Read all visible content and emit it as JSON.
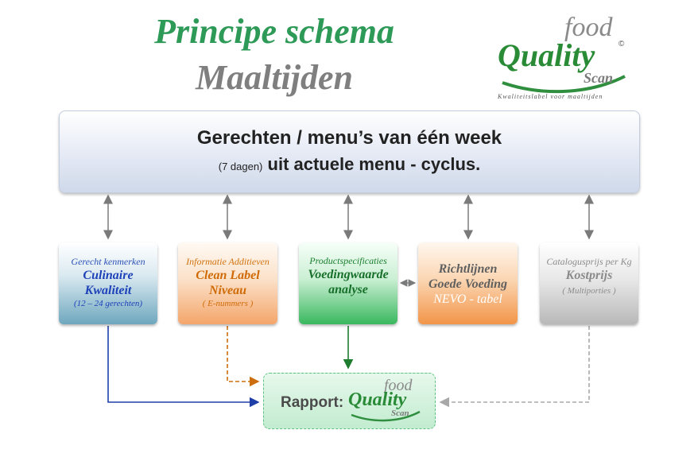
{
  "title": {
    "line1": "Principe schema",
    "line2": "Maaltijden"
  },
  "logo": {
    "food": "food",
    "quality": "Quality",
    "scan": "Scan",
    "registered": "©",
    "tagline": "Kwaliteitslabel voor maaltijden"
  },
  "top_box": {
    "line1": "Gerechten / menu’s van één week",
    "line2_small": "(7 dagen)",
    "line2_main": "uit actuele menu - cyclus."
  },
  "boxes": [
    {
      "small": "Gerecht kenmerken",
      "big1": "Culinaire",
      "big2": "Kwaliteit",
      "note": "(12 – 24 gerechten)"
    },
    {
      "small": "Informatie Additieven",
      "big1": "Clean Label",
      "big2": "Niveau",
      "note": "( E-nummers )"
    },
    {
      "small": "Productspecificaties",
      "big1": "Voedingwaarde",
      "big2": "analyse"
    },
    {
      "big1": "Richtlijnen",
      "big2": "Goede Voeding",
      "note": "NEVO - tabel"
    },
    {
      "small": "Catalogusprijs per Kg",
      "big1": "Kostprijs",
      "note": "( Multiporties )"
    }
  ],
  "rapport": {
    "label": "Rapport:",
    "logo_food": "food",
    "logo_quality": "Quality",
    "logo_scan": "Scan"
  },
  "colors": {
    "title_green": "#2e9a57",
    "title_gray": "#7f7f7f",
    "arrow_blue": "#1f3fa8",
    "arrow_orange": "#cc6e0e",
    "arrow_green": "#1e7d2e",
    "arrow_gray": "#a8a8a8"
  }
}
